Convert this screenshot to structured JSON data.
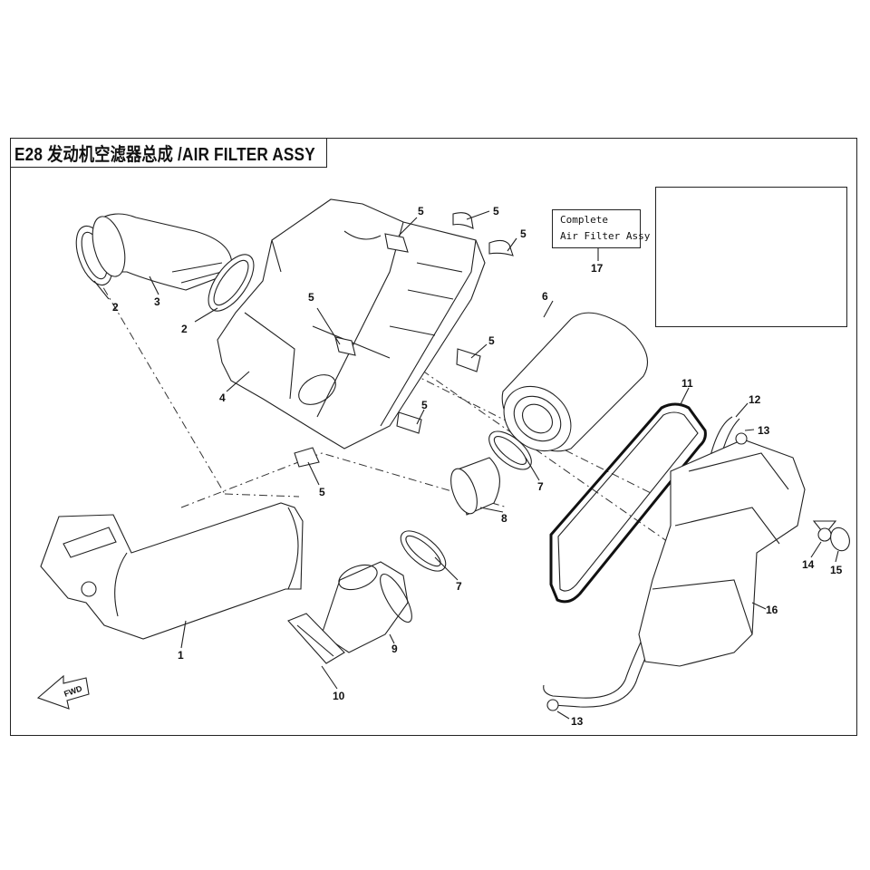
{
  "title": {
    "code": "E28",
    "chinese": "发动机空滤器总成",
    "english": "/AIR FILTER ASSY"
  },
  "complete_label": {
    "line1": "Complete",
    "line2": "Air Filter Assy"
  },
  "fwd_label": "FWD",
  "callouts": {
    "c1": "1",
    "c2a": "2",
    "c2b": "2",
    "c3": "3",
    "c4": "4",
    "c5a": "5",
    "c5b": "5",
    "c5c": "5",
    "c5d": "5",
    "c5e": "5",
    "c5f": "5",
    "c5g": "5",
    "c6": "6",
    "c7a": "7",
    "c7b": "7",
    "c8": "8",
    "c9": "9",
    "c10": "10",
    "c11": "11",
    "c12": "12",
    "c13a": "13",
    "c13b": "13",
    "c14": "14",
    "c15": "15",
    "c16": "16",
    "c17": "17"
  }
}
